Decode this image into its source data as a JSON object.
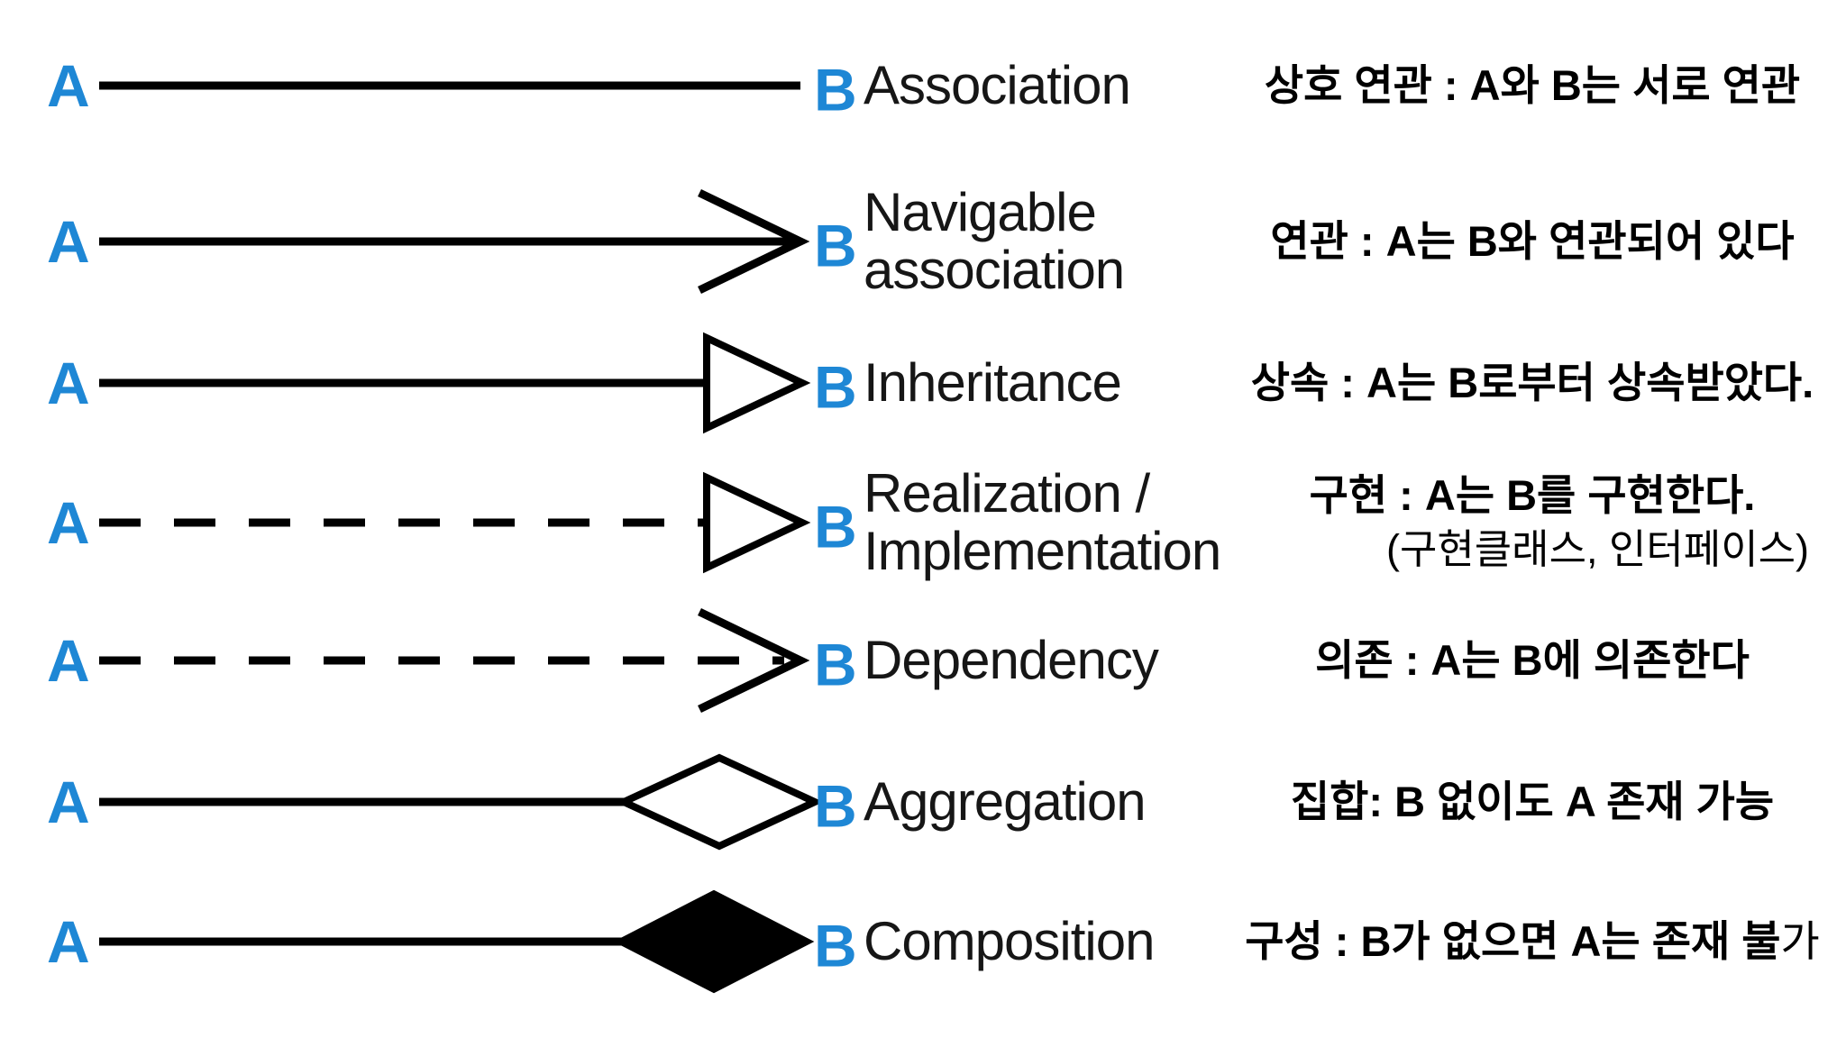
{
  "canvas": {
    "background": "#ffffff",
    "endpoint_color": "#1e87d5",
    "line_color": "#000000"
  },
  "rows": [
    {
      "id": "association",
      "endpoint_a": "A",
      "endpoint_b": "B",
      "label_lines": [
        "Association"
      ],
      "line_style": "solid",
      "terminator": "none",
      "korean_lines": [
        "상호 연관 : A와 B는 서로 연관"
      ]
    },
    {
      "id": "navigable-association",
      "endpoint_a": "A",
      "endpoint_b": "B",
      "label_lines": [
        "Navigable",
        "association"
      ],
      "line_style": "solid",
      "terminator": "open-arrow",
      "korean_lines": [
        "연관 : A는 B와 연관되어 있다"
      ]
    },
    {
      "id": "inheritance",
      "endpoint_a": "A",
      "endpoint_b": "B",
      "label_lines": [
        "Inheritance"
      ],
      "line_style": "solid",
      "terminator": "hollow-triangle",
      "korean_lines": [
        "상속 : A는 B로부터 상속받았다."
      ]
    },
    {
      "id": "realization-implementation",
      "endpoint_a": "A",
      "endpoint_b": "B",
      "label_lines": [
        "Realization /",
        "Implementation"
      ],
      "line_style": "dashed",
      "terminator": "hollow-triangle",
      "korean_lines": [
        "구현 : A는 B를 구현한다.",
        "(구현클래스, 인터페이스)"
      ]
    },
    {
      "id": "dependency",
      "endpoint_a": "A",
      "endpoint_b": "B",
      "label_lines": [
        "Dependency"
      ],
      "line_style": "dashed",
      "terminator": "open-arrow",
      "korean_lines": [
        "의존 : A는 B에 의존한다"
      ]
    },
    {
      "id": "aggregation",
      "endpoint_a": "A",
      "endpoint_b": "B",
      "label_lines": [
        "Aggregation"
      ],
      "line_style": "solid",
      "terminator": "hollow-diamond",
      "korean_lines": [
        "집합: B 없이도 A 존재 가능"
      ]
    },
    {
      "id": "composition",
      "endpoint_a": "A",
      "endpoint_b": "B",
      "label_lines": [
        "Composition"
      ],
      "line_style": "solid",
      "terminator": "filled-diamond",
      "korean_bold_text": "구성 : B가 없으면 A는 존재 불",
      "korean_regular_suffix": "가"
    }
  ]
}
